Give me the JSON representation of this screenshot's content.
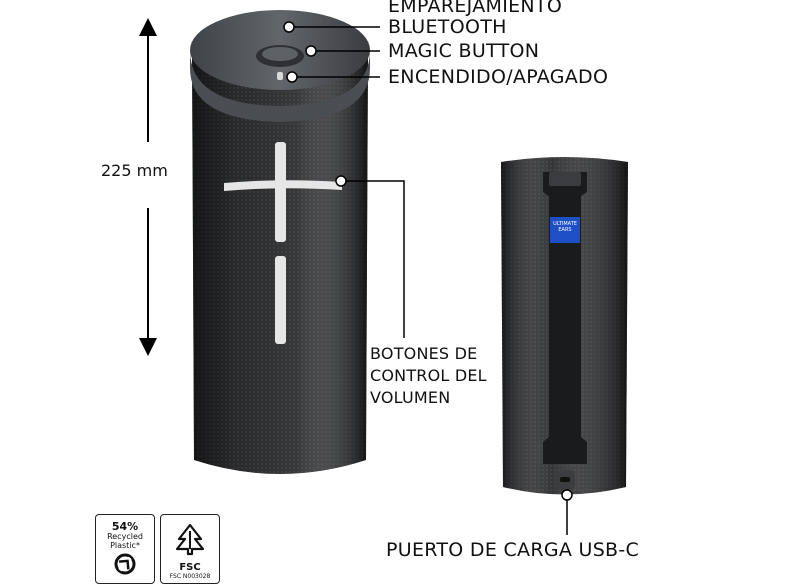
{
  "labels": {
    "pairing_line1": "EMPAREJAMIENTO",
    "pairing_line2": "BLUETOOTH",
    "magic": "MAGIC BUTTON",
    "power": "ENCENDIDO/APAGADO",
    "volume_line1": "BOTONES DE",
    "volume_line2": "CONTROL DEL",
    "volume_line3": "VOLUMEN",
    "usb": "PUERTO DE CARGA USB-C",
    "height": "225 mm"
  },
  "brand_tag": {
    "line1": "ULTIMATE",
    "line2": "EARS"
  },
  "badges": {
    "recycled_pct": "54%",
    "recycled_line1": "Recycled",
    "recycled_line2": "Plastic*",
    "fsc": "FSC",
    "fsc_code": "FSC  N003028"
  },
  "colors": {
    "speaker_body": "#2a2b2d",
    "speaker_top": "#55595d",
    "tag_blue": "#1f4fc4",
    "ink": "#111111"
  }
}
